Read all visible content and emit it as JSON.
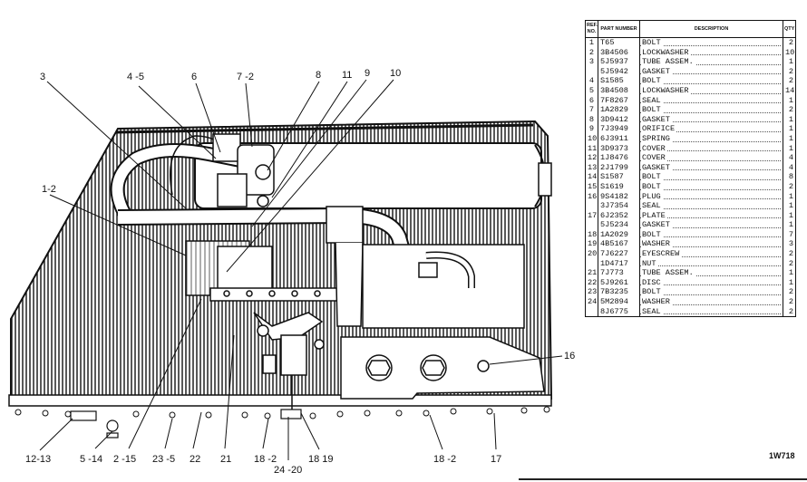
{
  "callouts": {
    "c3": "3",
    "c4_5": "4 -5",
    "c6": "6",
    "c7_2": "7 -2",
    "c8": "8",
    "c11": "11",
    "c9": "9",
    "c10": "10",
    "c1_2": "1-2",
    "c16": "16",
    "c12_13": "12-13",
    "c5_14": "5 -14",
    "c2_15": "2 -15",
    "c23_5": "23 -5",
    "c22": "22",
    "c21": "21",
    "c18_2a": "18 -2",
    "c24_20": "24 -20",
    "c18_19": "18 19",
    "c18_2b": "18 -2",
    "c17": "17"
  },
  "table": {
    "headers": {
      "ref": "REF. NO.",
      "part": "PART NUMBER",
      "desc": "DESCRIPTION",
      "qty": "QTY"
    },
    "rows": [
      {
        "ref": "1",
        "part": "T65",
        "desc": "BOLT",
        "qty": "2"
      },
      {
        "ref": "2",
        "part": "3B4506",
        "desc": "LOCKWASHER",
        "qty": "10"
      },
      {
        "ref": "3",
        "part": "5J5937",
        "desc": "TUBE ASSEM.",
        "qty": "1"
      },
      {
        "ref": "",
        "part": "5J5942",
        "desc": "GASKET",
        "qty": "2"
      },
      {
        "ref": "4",
        "part": "S1585",
        "desc": "BOLT",
        "qty": "2"
      },
      {
        "ref": "5",
        "part": "3B4508",
        "desc": "LOCKWASHER",
        "qty": "14"
      },
      {
        "ref": "6",
        "part": "7F8267",
        "desc": "SEAL",
        "qty": "1"
      },
      {
        "ref": "7",
        "part": "1A2829",
        "desc": "BOLT",
        "qty": "2"
      },
      {
        "ref": "8",
        "part": "3D9412",
        "desc": "GASKET",
        "qty": "1"
      },
      {
        "ref": "9",
        "part": "7J3949",
        "desc": "ORIFICE",
        "qty": "1"
      },
      {
        "ref": "10",
        "part": "6J3911",
        "desc": "SPRING",
        "qty": "1"
      },
      {
        "ref": "11",
        "part": "3D9373",
        "desc": "COVER",
        "qty": "1"
      },
      {
        "ref": "12",
        "part": "1J8476",
        "desc": "COVER",
        "qty": "4"
      },
      {
        "ref": "13",
        "part": "2J1799",
        "desc": "GASKET",
        "qty": "4"
      },
      {
        "ref": "14",
        "part": "S1587",
        "desc": "BOLT",
        "qty": "8"
      },
      {
        "ref": "15",
        "part": "S1619",
        "desc": "BOLT",
        "qty": "2"
      },
      {
        "ref": "16",
        "part": "9S4182",
        "desc": "PLUG",
        "qty": "1"
      },
      {
        "ref": "",
        "part": "3J7354",
        "desc": "SEAL",
        "qty": "1"
      },
      {
        "ref": "17",
        "part": "6J2352",
        "desc": "PLATE",
        "qty": "1"
      },
      {
        "ref": "",
        "part": "5J5234",
        "desc": "GASKET",
        "qty": "1"
      },
      {
        "ref": "18",
        "part": "1A2029",
        "desc": "BOLT",
        "qty": "7"
      },
      {
        "ref": "19",
        "part": "4B5167",
        "desc": "WASHER",
        "qty": "3"
      },
      {
        "ref": "20",
        "part": "7J6227",
        "desc": "EYESCREW",
        "qty": "2"
      },
      {
        "ref": "",
        "part": "1D4717",
        "desc": "NUT",
        "qty": "2"
      },
      {
        "ref": "21",
        "part": "7J773",
        "desc": "TUBE ASSEM.",
        "qty": "1"
      },
      {
        "ref": "22",
        "part": "5J9261",
        "desc": "DISC",
        "qty": "1"
      },
      {
        "ref": "23",
        "part": "7B3235",
        "desc": "BOLT",
        "qty": "2"
      },
      {
        "ref": "24",
        "part": "5M2894",
        "desc": "WASHER",
        "qty": "2"
      },
      {
        "ref": "",
        "part": "8J6775",
        "desc": "SEAL",
        "qty": "2"
      }
    ]
  },
  "figure_id": "1W718"
}
